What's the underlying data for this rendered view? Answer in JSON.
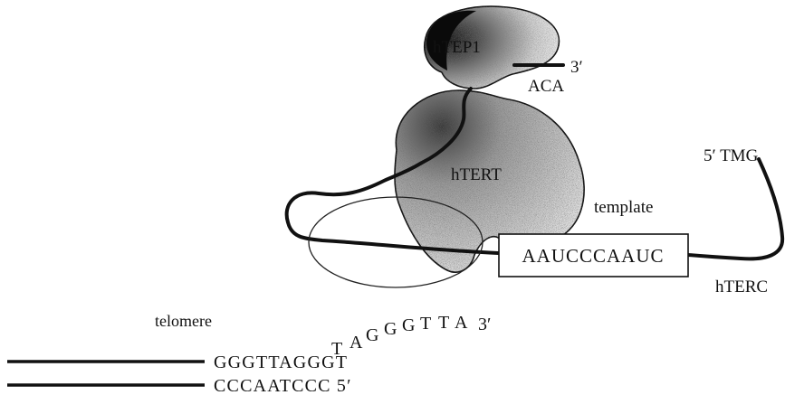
{
  "labels": {
    "htep1": "hTEP1",
    "three_prime_top": "3′",
    "aca": "ACA",
    "tmg": "5′ TMG",
    "htert": "hTERT",
    "template": "template",
    "template_seq": "AAUCCCAAUC",
    "htercc": "hTERC",
    "telomere": "telomere",
    "strand_top": "GGGTTAGGGT",
    "strand_bottom": "CCCAATCCC 5′",
    "overhang_letters": [
      "T",
      "A",
      "G",
      "G",
      "G",
      "T",
      "T",
      "A",
      "3′"
    ]
  },
  "colors": {
    "ink": "#111111",
    "stipple": "#8a8a8a"
  }
}
